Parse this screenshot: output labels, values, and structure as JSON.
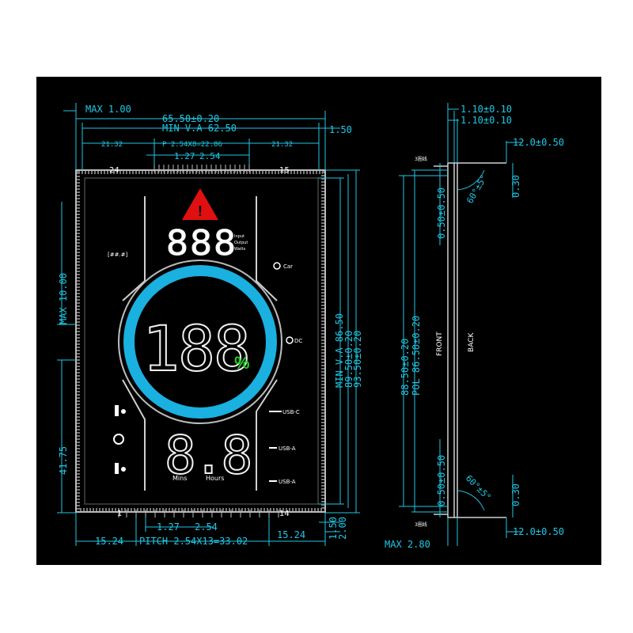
{
  "drawing": {
    "background": "#000000",
    "dimension_color": "#1ec8e6",
    "accent_red": "#e01010",
    "accent_blue": "#1ab0e0",
    "accent_green": "#22cc22"
  },
  "top_dims": {
    "max_thickness": "MAX 1.00",
    "outline_width": "65.50±0.20",
    "va_width": "MIN V.A 62.50",
    "left_21": "21.32",
    "pitch_top": "P 2.54X8=22.86",
    "right_21": "21.32",
    "pin_offset": "1.27",
    "pin_pitch": "2.54",
    "right_1_50": "1.50"
  },
  "pin_labels": {
    "top_left": "24",
    "top_right": "15",
    "bottom_left": "1",
    "bottom_right": "14"
  },
  "left_dims": {
    "max_10": "MAX 10.00",
    "len_41": "41.75"
  },
  "right_dims": {
    "va_height": "MIN V.A 86.50",
    "pol_height": "89.50±0.20",
    "outline_height": "93.50±0.20"
  },
  "bottom_dims": {
    "left_15": "15.24",
    "pin_offset": "1.27",
    "pin_pitch": "2.54",
    "pitch_bottom": "PITCH 2.54X13=33.02",
    "right_15": "15.24",
    "val_1_50": "1.50",
    "val_2_00": "2.00"
  },
  "display": {
    "top_digits": "888",
    "top_legend": [
      "Input",
      "Output",
      "Watts"
    ],
    "big_digits": "188",
    "percent": "%",
    "bottom_digits": "8.8",
    "unit_left": "Mins",
    "unit_right": "Hours",
    "left_icon_label": "[##.#]",
    "right_labels": [
      "Car",
      "DC",
      "USB-C",
      "USB-A",
      "USB-A"
    ]
  },
  "side_view": {
    "dim_1": "1.10±0.10",
    "dim_2": "1.10±0.10",
    "dim_3": "12.0±0.50",
    "dim_4": "0.30",
    "dim_5": "0.50±0.50",
    "angle_top": "60°±5°",
    "front_height": "88.50±0.20",
    "pol_height": "POL 86.50±0.20",
    "front_label": "FRONT",
    "back_label": "BACK",
    "dim_6": "0.50±0.50",
    "angle_bottom": "60°±5°",
    "dim_7": "0.30",
    "dim_8": "12.0±0.50",
    "max_thick": "MAX 2.80",
    "small_top": "3圈线",
    "small_bottom": "3圈线"
  }
}
